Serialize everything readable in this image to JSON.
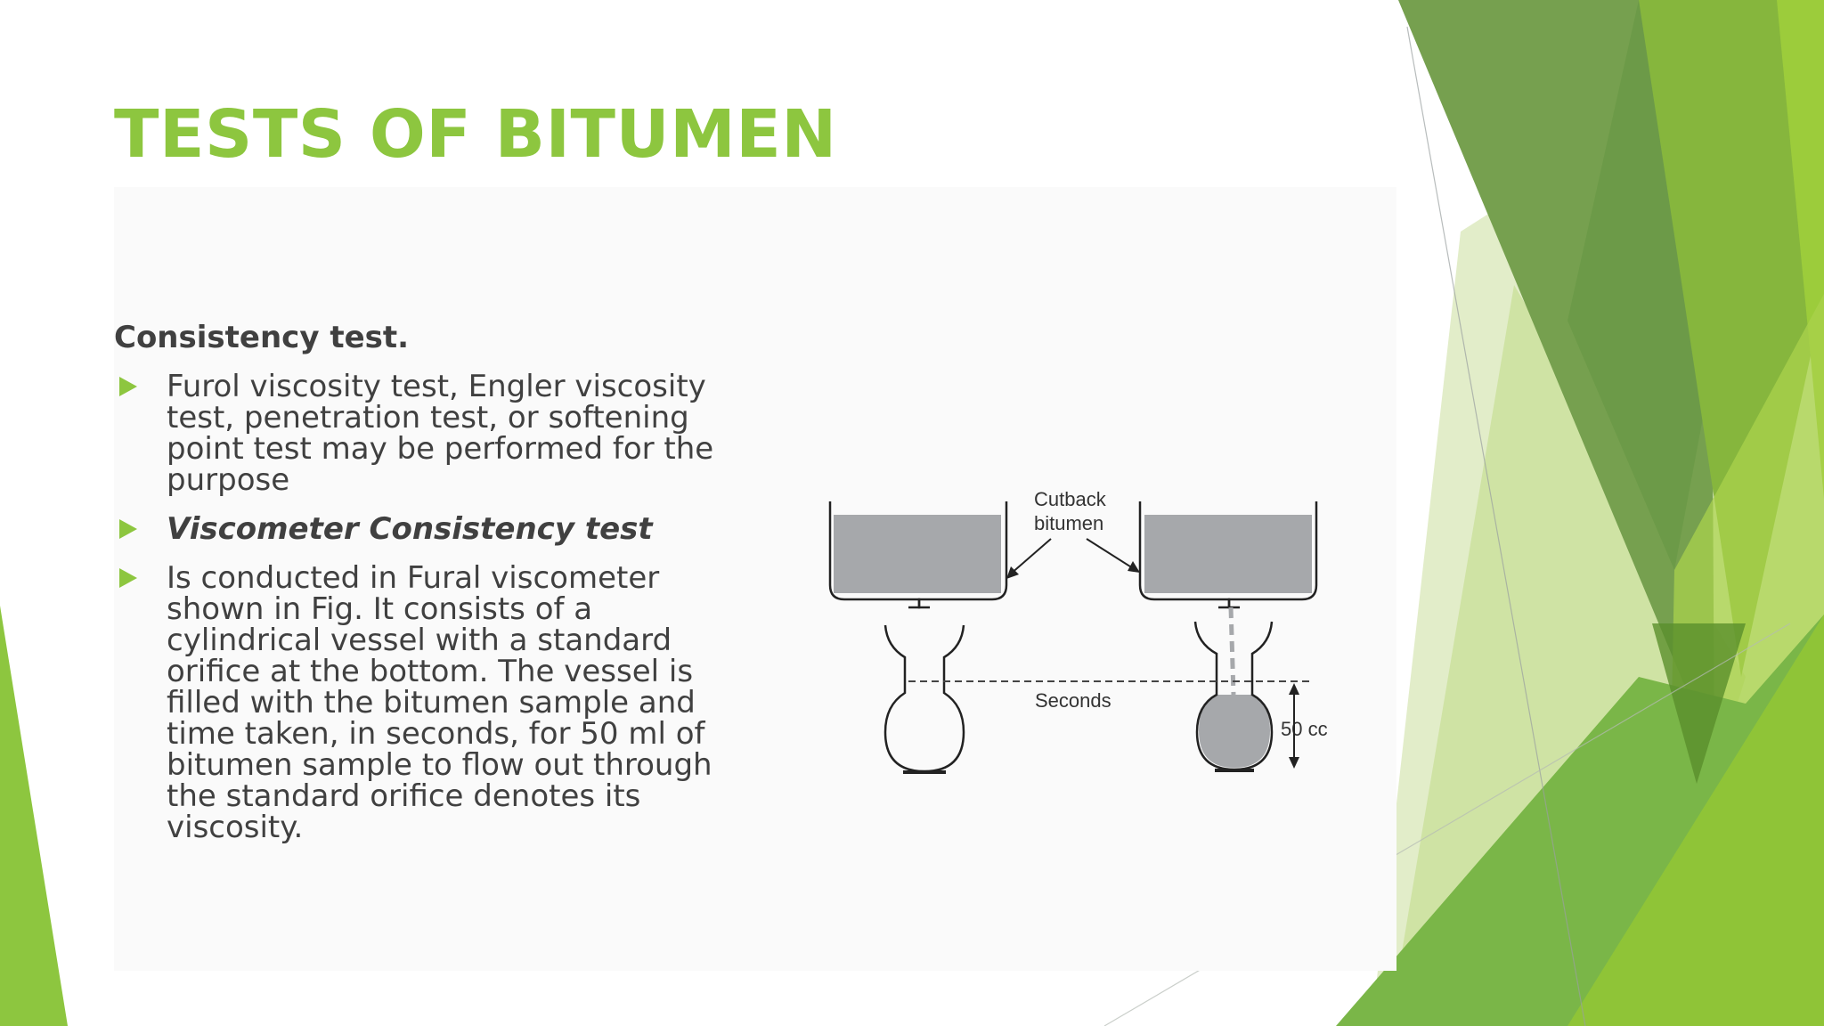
{
  "slide": {
    "title": "TESTS OF BITUMEN",
    "subheading": "Consistency test.",
    "bullets": [
      {
        "text": "Furol viscosity test, Engler viscosity test, penetration test, or softening point test may be performed for the purpose"
      },
      {
        "text": "Viscometer Consistency test"
      },
      {
        "text": "Is conducted in Fural viscometer shown in Fig. It consists of a cylindrical vessel with a standard orifice at the bottom. The vessel is filled with the bitumen sample and time taken, in seconds, for 50 ml of bitumen sample to flow out through the standard orifice denotes its viscosity."
      }
    ]
  },
  "figure": {
    "label_cutback_line1": "Cutback",
    "label_cutback_line2": "bitumen",
    "label_seconds": "Seconds",
    "label_volume": "50 cc"
  },
  "colors": {
    "accent": "#8dc63f",
    "body_text": "#404040",
    "fill_gray": "#a6a8ab"
  }
}
